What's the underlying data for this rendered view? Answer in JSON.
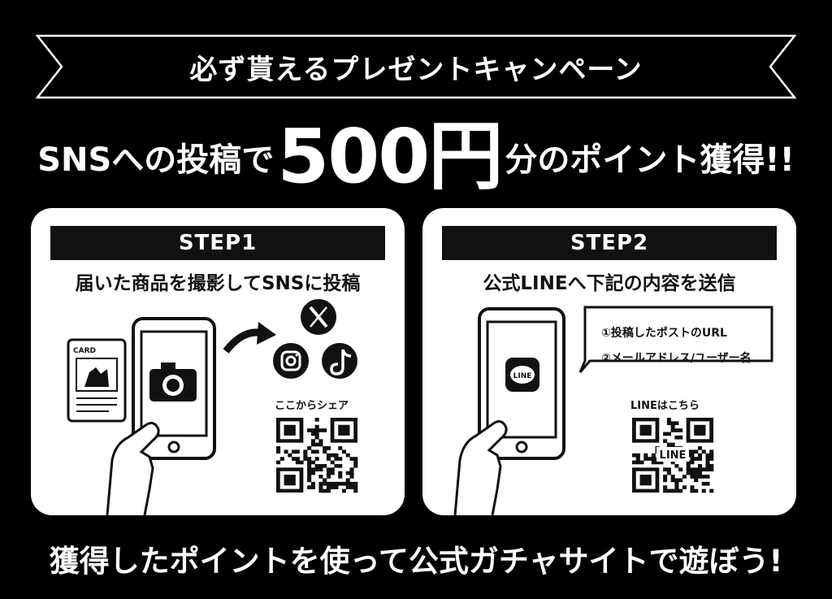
{
  "banner": {
    "title": "必ず貰えるプレゼントキャンペーン"
  },
  "headline": {
    "pre": "SNSへの投稿で",
    "amount": "500円",
    "post": "分のポイント獲得!!"
  },
  "step1": {
    "label": "STEP1",
    "caption": "届いた商品を撮影してSNSに投稿",
    "card_text": "CARD",
    "share_label": "ここからシェア"
  },
  "step2": {
    "label": "STEP2",
    "caption": "公式LINEへ下記の内容を送信",
    "line_app_text": "LINE",
    "items": [
      "①投稿したポストのURL",
      "②メールアドレス/ユーザー名"
    ],
    "line_label": "LINEはこちら",
    "qr_text": "LINE"
  },
  "footer": {
    "text": "獲得したポイントを使って公式ガチャサイトで遊ぼう!"
  },
  "icons": {
    "camera": "camera-icon",
    "x": "x-logo-icon",
    "instagram": "instagram-icon",
    "tiktok": "tiktok-icon",
    "line": "line-icon",
    "arrow": "curved-arrow-icon"
  },
  "colors": {
    "background": "#000000",
    "card": "#ffffff",
    "ink": "#111111"
  }
}
